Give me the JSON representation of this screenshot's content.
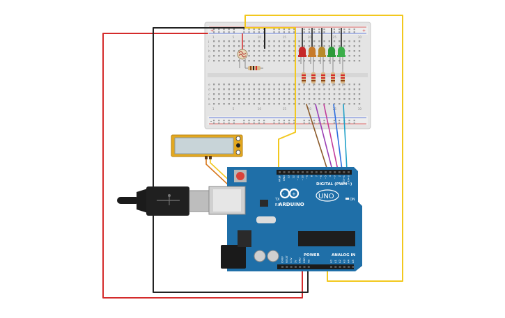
{
  "breadboard": {
    "row_labels_top": [
      "j",
      "i",
      "h",
      "g",
      "f"
    ],
    "row_labels_bottom": [
      "e",
      "d",
      "c",
      "b",
      "a"
    ],
    "rail_plus": "+",
    "rail_minus": "-",
    "column_numbers": [
      "1",
      "5",
      "10",
      "15",
      "20",
      "25",
      "30"
    ]
  },
  "arduino": {
    "brand": "ARDUINO",
    "model": "UNO",
    "digital_label": "DIGITAL (PWM~)",
    "power_label": "POWER",
    "analog_label": "ANALOG IN",
    "on_label": "ON",
    "l_label": "L",
    "tx_label": "TX",
    "rx_label": "RX",
    "digital_pins": [
      "AREF",
      "GND",
      "13",
      "12",
      "~11",
      "~10",
      "~9",
      "8",
      "7",
      "~6",
      "~5",
      "4",
      "~3",
      "2",
      "TX→1",
      "RX←0"
    ],
    "power_pins": [
      "IOREF",
      "RESET",
      "3.3V",
      "5V",
      "GND",
      "GND",
      "Vin"
    ],
    "analog_pins": [
      "A0",
      "A1",
      "A2",
      "A3",
      "A4",
      "A5"
    ]
  },
  "lcd": {
    "text": ""
  },
  "colors": {
    "board_blue": "#1f6fa8",
    "wire_red": "#d42b2b",
    "wire_black": "#222222",
    "wire_yellow": "#f2c81e",
    "wire_brown": "#8b5a2b",
    "wire_purple": "#9b3fb5",
    "wire_magenta": "#c23b9a",
    "wire_blue": "#2d6fe0",
    "wire_cyan": "#1fa0c8",
    "led_red": "#c62828",
    "led_orange": "#c77a2a",
    "led_amber": "#b88a2a",
    "led_green": "#2e9a3a",
    "led_green2": "#3cae4a"
  },
  "icons": [
    "usb-plug-icon",
    "photoresistor-icon",
    "resistor-icon",
    "led-icon",
    "lcd-module-icon",
    "reset-button-icon",
    "chip-icon"
  ]
}
